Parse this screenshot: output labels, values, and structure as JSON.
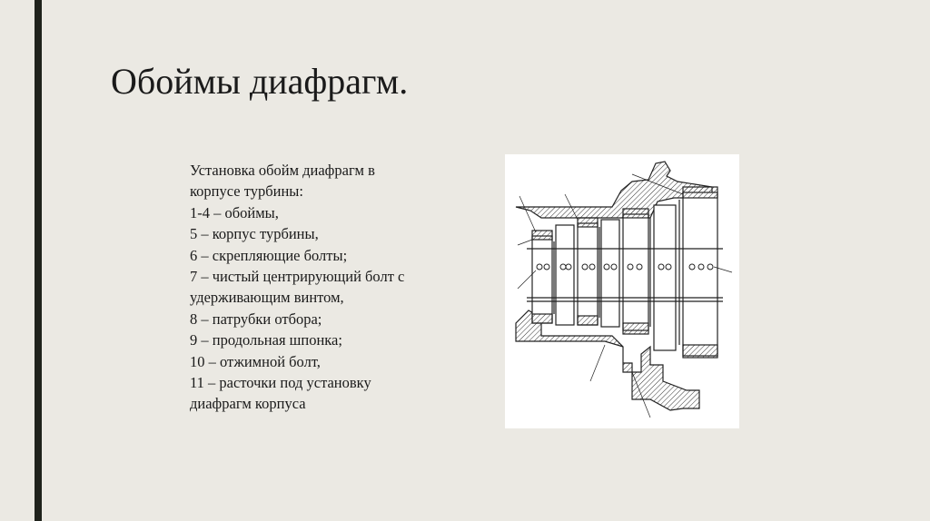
{
  "slide": {
    "title": "Обоймы диафрагм.",
    "caption_lines": [
      "Установка обойм диафрагм в",
      "корпусе турбины:",
      "1-4 – обоймы,",
      "5 – корпус турбины,",
      "6 – скрепляющие болты;",
      "7 – чистый центрирующий болт с",
      "удерживающим винтом,",
      "8 – патрубки отбора;",
      "9 – продольная шпонка;",
      "10 – отжимной болт,",
      "11 – расточки под установку",
      "диафрагм корпуса"
    ],
    "accent_bar_color": "#1f221c",
    "background_color": "#ebe9e3"
  }
}
